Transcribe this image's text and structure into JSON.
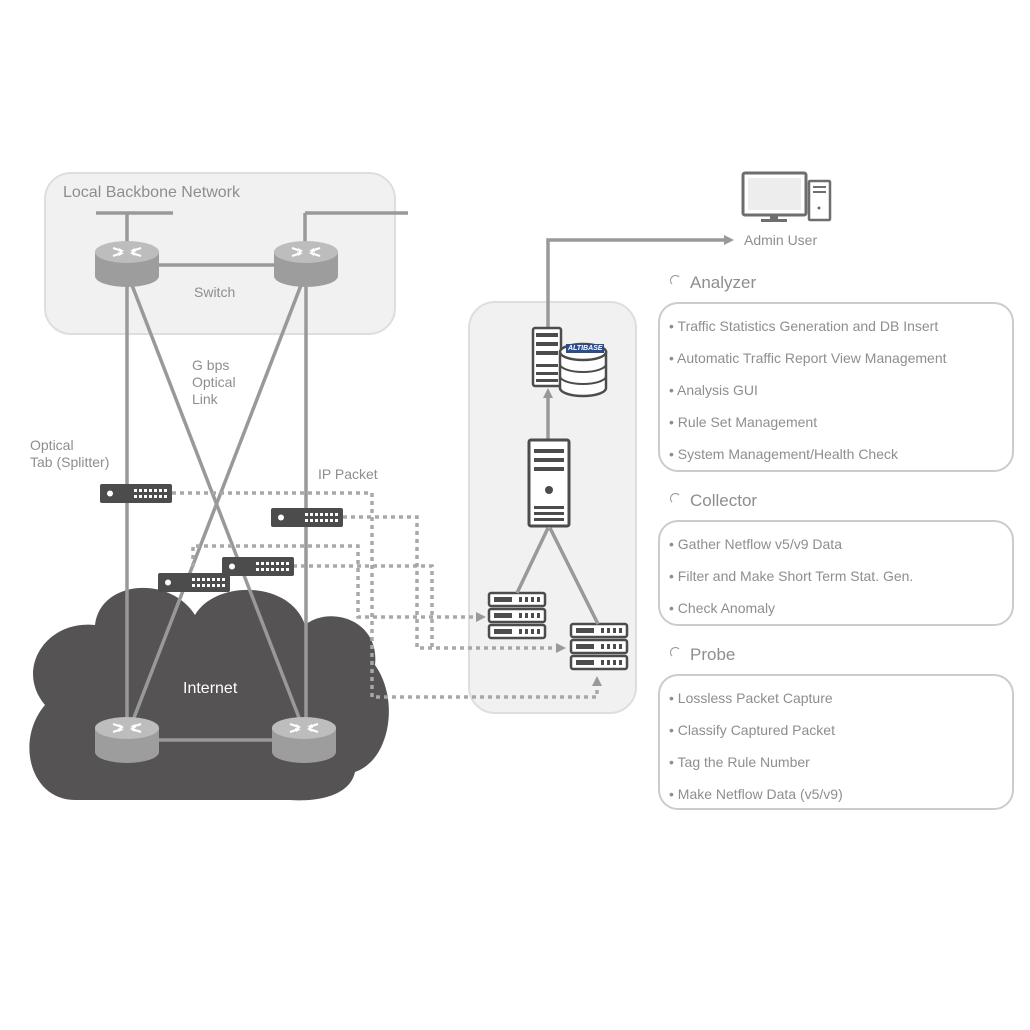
{
  "diagram": {
    "backbone_title": "Local Backbone Network",
    "switch_label": "Switch",
    "gbps_label": [
      "G bps",
      "Optical",
      "Link"
    ],
    "optical_tab_label": [
      "Optical",
      "Tab (Splitter)"
    ],
    "ip_packet_label": "IP Packet",
    "internet_label": "Internet",
    "admin_label": "Admin User",
    "db_logo_text": "ALTIBASE"
  },
  "sections": [
    {
      "title": "Analyzer",
      "items": [
        "• Traffic Statistics Generation and DB Insert",
        "• Automatic Traffic Report View Management",
        "• Analysis GUI",
        "• Rule Set Management",
        "• System Management/Health Check"
      ]
    },
    {
      "title": "Collector",
      "items": [
        "• Gather Netflow v5/v9 Data",
        "• Filter and Make Short Term Stat. Gen.",
        "• Check Anomaly"
      ]
    },
    {
      "title": "Probe",
      "items": [
        "• Lossless Packet Capture",
        "• Classify Captured Packet",
        "• Tag the Rule Number",
        "• Make Netflow Data (v5/v9)"
      ]
    }
  ],
  "colors": {
    "line": "#999999",
    "dark": "#4a4a4a",
    "cloud": "#555353",
    "panel_bg": "#f1f1f1",
    "router": "#a9a9a9"
  }
}
